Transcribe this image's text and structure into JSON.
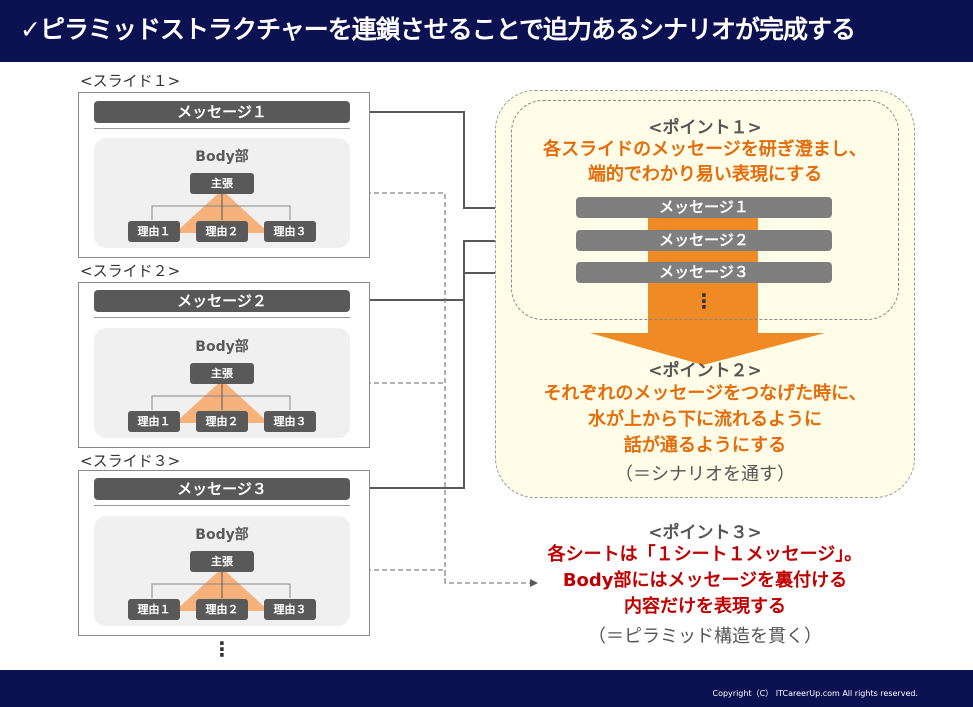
{
  "header": {
    "title": "✓ピラミッドストラクチャーを連鎖させることで迫力あるシナリオが完成する",
    "check_icon": "checkmark-icon"
  },
  "slides": [
    {
      "label": "<スライド１>",
      "message": "メッセージ１",
      "body_title": "Body部",
      "claim": "主張",
      "reasons": [
        "理由１",
        "理由２",
        "理由３"
      ]
    },
    {
      "label": "<スライド２>",
      "message": "メッセージ２",
      "body_title": "Body部",
      "claim": "主張",
      "reasons": [
        "理由１",
        "理由２",
        "理由３"
      ]
    },
    {
      "label": "<スライド３>",
      "message": "メッセージ３",
      "body_title": "Body部",
      "claim": "主張",
      "reasons": [
        "理由１",
        "理由２",
        "理由３"
      ]
    }
  ],
  "slides_continuation": "⋮",
  "right_messages": [
    "メッセージ１",
    "メッセージ２",
    "メッセージ３"
  ],
  "right_continuation": "⋮",
  "point1": {
    "heading": "<ポイント１>",
    "lines": [
      "各スライドのメッセージを研ぎ澄まし、",
      "端的でわかり易い表現にする"
    ]
  },
  "point2": {
    "heading": "<ポイント２>",
    "lines": [
      "それぞれのメッセージをつなげた時に、",
      "水が上から下に流れるように",
      "話が通るようにする"
    ],
    "note": "（＝シナリオを通す）"
  },
  "point3": {
    "heading": "<ポイント３>",
    "lines": [
      "各シートは「１シート１メッセージ」。",
      "Body部にはメッセージを裏付ける",
      "内容だけを表現する"
    ],
    "note": "（＝ピラミッド構造を貫く）"
  },
  "footer": {
    "copyright": "Copyright（C） ITCareerUp.com All rights reserved."
  },
  "colors": {
    "navy": "#0c1152",
    "orange": "#e46c0a",
    "arrow_orange": "#f08a24",
    "red": "#c00000",
    "dark_gray": "#595959",
    "panel_yellow": "#fffde8",
    "pyramid_peach": "#f7b27c"
  }
}
